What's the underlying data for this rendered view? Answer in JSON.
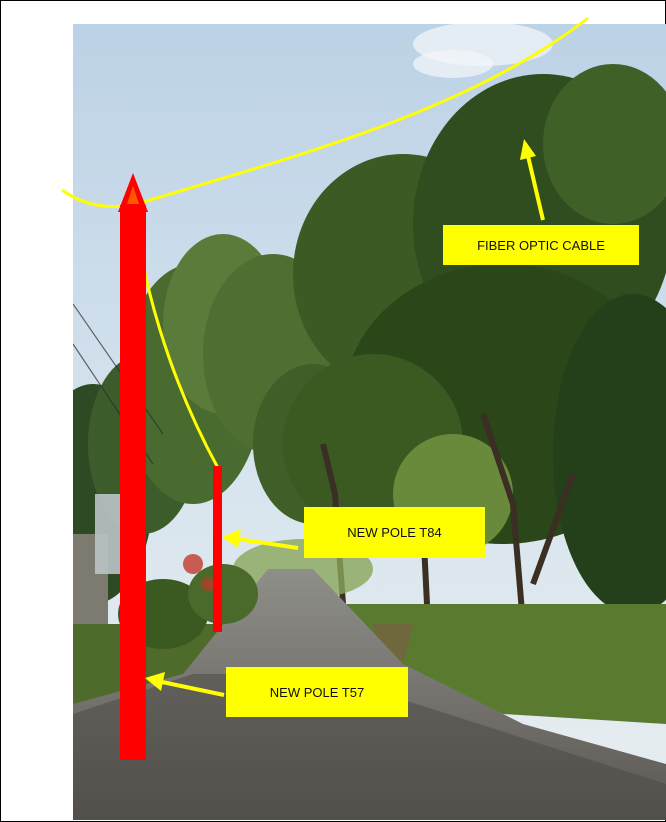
{
  "labels": {
    "fiber_optic_cable": "FIBER OPTIC CABLE",
    "new_pole_t84": "NEW POLE T84",
    "new_pole_t57": "NEW POLE T57"
  },
  "colors": {
    "cable": "#ffff00",
    "pole": "#ff0000",
    "label_background": "#ffff00",
    "sky": "#c9dbe9"
  }
}
